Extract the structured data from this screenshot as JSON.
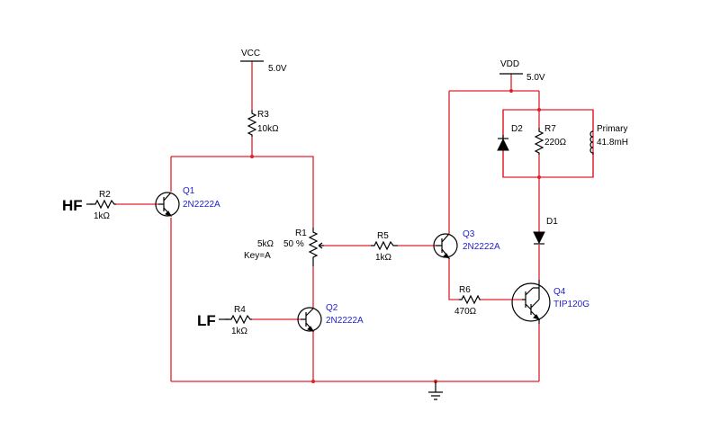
{
  "colors": {
    "wire": "#e0202a",
    "component": "#000000",
    "transistor_label": "#1f1fd0",
    "background": "#ffffff"
  },
  "inputs": {
    "hf": "HF",
    "lf": "LF"
  },
  "supplies": {
    "vcc": {
      "name": "VCC",
      "value": "5.0V"
    },
    "vdd": {
      "name": "VDD",
      "value": "5.0V"
    }
  },
  "resistors": {
    "r1": {
      "ref": "R1",
      "value": "5kΩ",
      "setting": "50 %",
      "key": "Key=A"
    },
    "r2": {
      "ref": "R2",
      "value": "1kΩ"
    },
    "r3": {
      "ref": "R3",
      "value": "10kΩ"
    },
    "r4": {
      "ref": "R4",
      "value": "1kΩ"
    },
    "r5": {
      "ref": "R5",
      "value": "1kΩ"
    },
    "r6": {
      "ref": "R6",
      "value": "470Ω"
    },
    "r7": {
      "ref": "R7",
      "value": "220Ω"
    }
  },
  "transistors": {
    "q1": {
      "ref": "Q1",
      "model": "2N2222A"
    },
    "q2": {
      "ref": "Q2",
      "model": "2N2222A"
    },
    "q3": {
      "ref": "Q3",
      "model": "2N2222A"
    },
    "q4": {
      "ref": "Q4",
      "model": "TIP120G"
    }
  },
  "diodes": {
    "d1": {
      "ref": "D1"
    },
    "d2": {
      "ref": "D2"
    }
  },
  "inductor": {
    "ref": "Primary",
    "value": "41.8mH"
  },
  "icons": [
    "ground-icon",
    "resistor-icon",
    "potentiometer-icon",
    "npn-transistor-icon",
    "darlington-transistor-icon",
    "diode-icon",
    "inductor-icon",
    "supply-icon"
  ]
}
